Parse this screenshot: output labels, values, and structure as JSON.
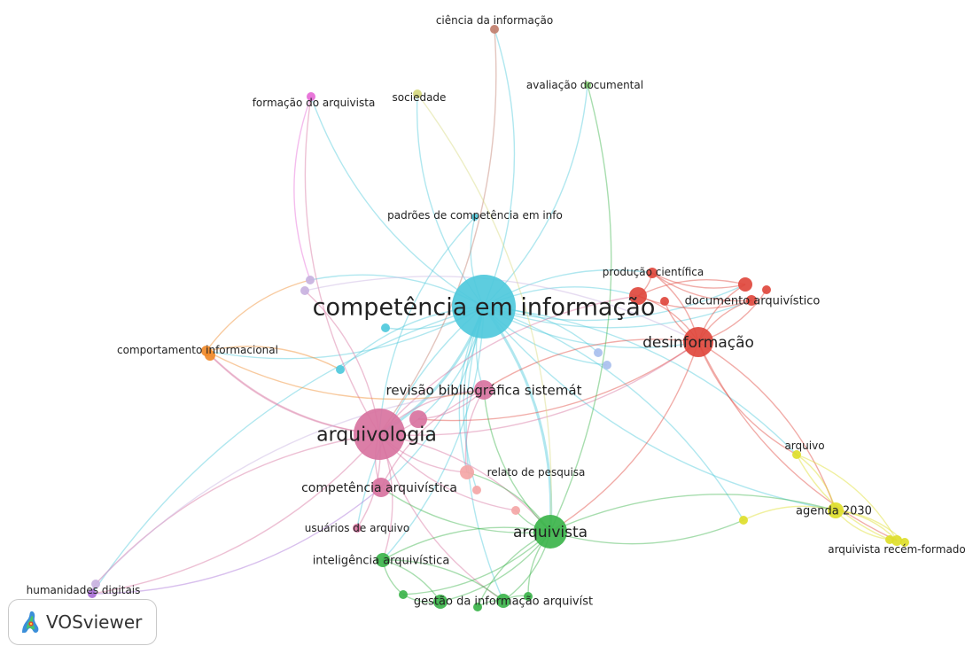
{
  "app": {
    "name": "VOSviewer"
  },
  "colors": {
    "cyan": "#4fc9dc",
    "pink": "#d8739f",
    "red": "#e0483d",
    "green": "#3cb44b",
    "yellow": "#dede2b",
    "orange": "#f08a2a",
    "lilac": "#c8b2e0",
    "magenta": "#e66ad6",
    "brown": "#c17f6e",
    "olive": "#d6d97f",
    "lightgreen": "#8bd87a",
    "salmon": "#f4a6a6",
    "periwinkle": "#a9bfee",
    "purple": "#a970d6"
  },
  "nodes": [
    {
      "id": "competencia-em-informacao",
      "label": "competência em informação",
      "color": "cyan",
      "weight": 10
    },
    {
      "id": "arquivologia",
      "label": "arquivologia",
      "color": "pink",
      "weight": 8
    },
    {
      "id": "desinformacao",
      "label": "desinformação",
      "color": "red",
      "weight": 5
    },
    {
      "id": "arquivista",
      "label": "arquivista",
      "color": "green",
      "weight": 5
    },
    {
      "id": "revisao-bibliografica",
      "label": "revisão bibliográfica sistemát",
      "color": "pink",
      "weight": 3
    },
    {
      "id": "competencia-arquivistica",
      "label": "competência arquivística",
      "color": "pink",
      "weight": 3
    },
    {
      "id": "agenda-2030",
      "label": "agenda 2030",
      "color": "yellow",
      "weight": 3
    },
    {
      "id": "producao-cientifica",
      "label": "produção científica",
      "color": "red",
      "weight": 2
    },
    {
      "id": "documento-arquivistico",
      "label": "documento arquivístico",
      "color": "red",
      "weight": 2
    },
    {
      "id": "comportamento-informacional",
      "label": "comportamento informacional",
      "color": "orange",
      "weight": 2
    },
    {
      "id": "relato-de-pesquisa",
      "label": "relato de pesquisa",
      "color": "salmon",
      "weight": 2
    },
    {
      "id": "usuarios-de-arquivo",
      "label": "usuários de arquivo",
      "color": "pink",
      "weight": 1
    },
    {
      "id": "inteligencia-arquivistica",
      "label": "inteligência arquivística",
      "color": "green",
      "weight": 2
    },
    {
      "id": "gestao-da-informacao",
      "label": "gestão da informação arquivíst",
      "color": "green",
      "weight": 2
    },
    {
      "id": "humanidades-digitais",
      "label": "humanidades digitais",
      "color": "purple",
      "weight": 1
    },
    {
      "id": "arquivo",
      "label": "arquivo",
      "color": "yellow",
      "weight": 1
    },
    {
      "id": "arquivista-recem-formado",
      "label": "arquivista recém-formado",
      "color": "yellow",
      "weight": 1
    },
    {
      "id": "padroes-de-competencia",
      "label": "padrões de competência em info",
      "color": "cyan",
      "weight": 1
    },
    {
      "id": "ciencia-da-informacao",
      "label": "ciência da informação",
      "color": "brown",
      "weight": 1
    },
    {
      "id": "sociedade",
      "label": "sociedade",
      "color": "olive",
      "weight": 1
    },
    {
      "id": "avaliacao-documental",
      "label": "avaliação documental",
      "color": "lightgreen",
      "weight": 1
    },
    {
      "id": "formacao-do-arquivista",
      "label": "formação do arquivista",
      "color": "magenta",
      "weight": 1
    },
    {
      "id": "n-lilac-1",
      "label": "",
      "color": "lilac",
      "weight": 1
    },
    {
      "id": "n-lilac-2",
      "label": "",
      "color": "lilac",
      "weight": 1
    },
    {
      "id": "n-orange-2",
      "label": "",
      "color": "orange",
      "weight": 1
    },
    {
      "id": "n-cyan-2",
      "label": "",
      "color": "cyan",
      "weight": 1
    },
    {
      "id": "n-cyan-3",
      "label": "",
      "color": "cyan",
      "weight": 1
    },
    {
      "id": "n-pink-2",
      "label": "",
      "color": "pink",
      "weight": 2
    },
    {
      "id": "n-red-2",
      "label": "",
      "color": "red",
      "weight": 3
    },
    {
      "id": "n-red-3",
      "label": "",
      "color": "red",
      "weight": 2
    },
    {
      "id": "n-red-4",
      "label": "",
      "color": "red",
      "weight": 1
    },
    {
      "id": "n-red-5",
      "label": "",
      "color": "red",
      "weight": 1
    },
    {
      "id": "n-peri-1",
      "label": "",
      "color": "periwinkle",
      "weight": 1
    },
    {
      "id": "n-peri-2",
      "label": "",
      "color": "periwinkle",
      "weight": 1
    },
    {
      "id": "n-salmon-2",
      "label": "",
      "color": "salmon",
      "weight": 1
    },
    {
      "id": "n-salmon-3",
      "label": "",
      "color": "salmon",
      "weight": 1
    },
    {
      "id": "n-yellow-2",
      "label": "",
      "color": "yellow",
      "weight": 1
    },
    {
      "id": "n-yellow-3",
      "label": "",
      "color": "yellow",
      "weight": 1
    },
    {
      "id": "n-yellow-4",
      "label": "",
      "color": "yellow",
      "weight": 1
    },
    {
      "id": "n-green-2",
      "label": "",
      "color": "green",
      "weight": 1
    },
    {
      "id": "n-green-3",
      "label": "",
      "color": "green",
      "weight": 1
    },
    {
      "id": "n-green-4",
      "label": "",
      "color": "green",
      "weight": 2
    },
    {
      "id": "n-green-5",
      "label": "",
      "color": "green",
      "weight": 1
    },
    {
      "id": "n-purple-2",
      "label": "",
      "color": "lilac",
      "weight": 1
    }
  ]
}
